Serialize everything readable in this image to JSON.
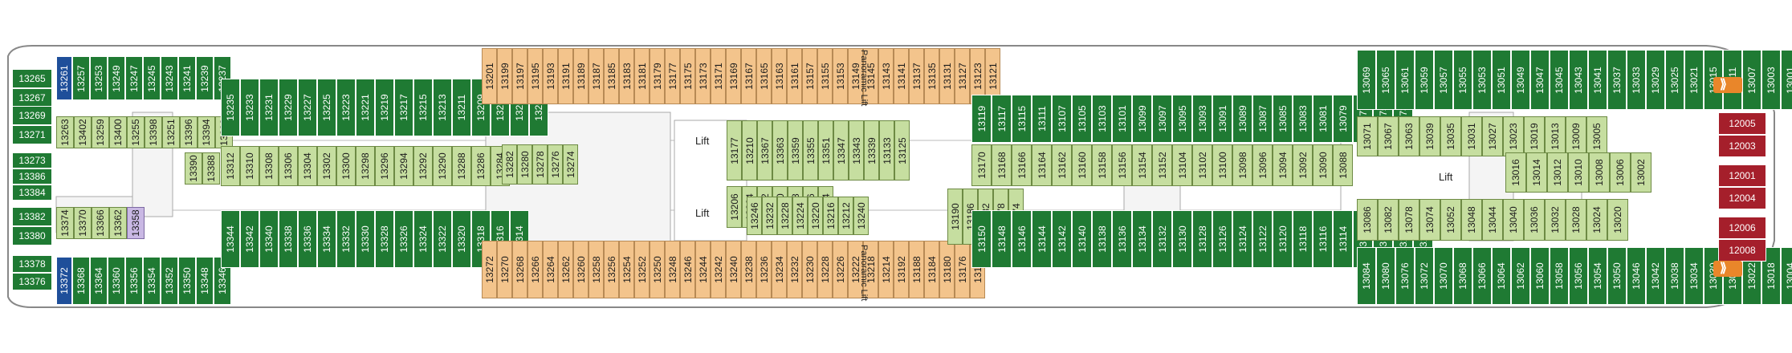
{
  "labels": {
    "lift": "Lift",
    "panoramic_lift": "Panoramic Lift"
  },
  "colors": {
    "balcony": "#1f7a33",
    "interior": "#c6dea0",
    "oceanview": "#f3c48c",
    "suite": "#1f4f9a",
    "yacht_club": "#a51f2b",
    "accessible": "#c9b8e4"
  },
  "cabins": [
    {
      "n": "13265"
    },
    {
      "n": "13267"
    },
    {
      "n": "13269"
    },
    {
      "n": "13271"
    },
    {
      "n": "13273"
    },
    {
      "n": "13386"
    },
    {
      "n": "13384"
    },
    {
      "n": "13382"
    },
    {
      "n": "13380"
    },
    {
      "n": "13378"
    },
    {
      "n": "13376"
    },
    {
      "n": "13261"
    },
    {
      "n": "13257"
    },
    {
      "n": "13253"
    },
    {
      "n": "13249"
    },
    {
      "n": "13247"
    },
    {
      "n": "13245"
    },
    {
      "n": "13243"
    },
    {
      "n": "13241"
    },
    {
      "n": "13239"
    },
    {
      "n": "13237"
    },
    {
      "n": "13263"
    },
    {
      "n": "13402"
    },
    {
      "n": "13259"
    },
    {
      "n": "13400"
    },
    {
      "n": "13255"
    },
    {
      "n": "13398"
    },
    {
      "n": "13251"
    },
    {
      "n": "13396"
    },
    {
      "n": "13394"
    },
    {
      "n": "13392"
    },
    {
      "n": "13390"
    },
    {
      "n": "13388"
    },
    {
      "n": "13374"
    },
    {
      "n": "13370"
    },
    {
      "n": "13366"
    },
    {
      "n": "13362"
    },
    {
      "n": "13358"
    },
    {
      "n": "13372"
    },
    {
      "n": "13368"
    },
    {
      "n": "13364"
    },
    {
      "n": "13360"
    },
    {
      "n": "13356"
    },
    {
      "n": "13354"
    },
    {
      "n": "13352"
    },
    {
      "n": "13350"
    },
    {
      "n": "13348"
    },
    {
      "n": "13346"
    },
    {
      "n": "13235"
    },
    {
      "n": "13233"
    },
    {
      "n": "13231"
    },
    {
      "n": "13229"
    },
    {
      "n": "13227"
    },
    {
      "n": "13225"
    },
    {
      "n": "13223"
    },
    {
      "n": "13221"
    },
    {
      "n": "13219"
    },
    {
      "n": "13217"
    },
    {
      "n": "13215"
    },
    {
      "n": "13213"
    },
    {
      "n": "13211"
    },
    {
      "n": "13209"
    },
    {
      "n": "13207"
    },
    {
      "n": "13205"
    },
    {
      "n": "13203"
    },
    {
      "n": "13312"
    },
    {
      "n": "13310"
    },
    {
      "n": "13308"
    },
    {
      "n": "13306"
    },
    {
      "n": "13304"
    },
    {
      "n": "13302"
    },
    {
      "n": "13300"
    },
    {
      "n": "13298"
    },
    {
      "n": "13296"
    },
    {
      "n": "13294"
    },
    {
      "n": "13292"
    },
    {
      "n": "13290"
    },
    {
      "n": "13288"
    },
    {
      "n": "13286"
    },
    {
      "n": "13284"
    },
    {
      "n": "13344"
    },
    {
      "n": "13342"
    },
    {
      "n": "13340"
    },
    {
      "n": "13338"
    },
    {
      "n": "13336"
    },
    {
      "n": "13334"
    },
    {
      "n": "13332"
    },
    {
      "n": "13330"
    },
    {
      "n": "13328"
    },
    {
      "n": "13326"
    },
    {
      "n": "13324"
    },
    {
      "n": "13322"
    },
    {
      "n": "13320"
    },
    {
      "n": "13318"
    },
    {
      "n": "13316"
    },
    {
      "n": "13314"
    },
    {
      "n": "13201"
    },
    {
      "n": "13199"
    },
    {
      "n": "13197"
    },
    {
      "n": "13195"
    },
    {
      "n": "13193"
    },
    {
      "n": "13191"
    },
    {
      "n": "13189"
    },
    {
      "n": "13187"
    },
    {
      "n": "13185"
    },
    {
      "n": "13183"
    },
    {
      "n": "13181"
    },
    {
      "n": "13179"
    },
    {
      "n": "13177"
    },
    {
      "n": "13175"
    },
    {
      "n": "13173"
    },
    {
      "n": "13171"
    },
    {
      "n": "13169"
    },
    {
      "n": "13167"
    },
    {
      "n": "13165"
    },
    {
      "n": "13163"
    },
    {
      "n": "13161"
    },
    {
      "n": "13157"
    },
    {
      "n": "13155"
    },
    {
      "n": "13153"
    },
    {
      "n": "13149"
    },
    {
      "n": "13145"
    },
    {
      "n": "13143"
    },
    {
      "n": "13141"
    },
    {
      "n": "13137"
    },
    {
      "n": "13135"
    },
    {
      "n": "13131"
    },
    {
      "n": "13127"
    },
    {
      "n": "13123"
    },
    {
      "n": "13121"
    },
    {
      "n": "13282"
    },
    {
      "n": "13280"
    },
    {
      "n": "13278"
    },
    {
      "n": "13276"
    },
    {
      "n": "13274"
    },
    {
      "n": "13177"
    },
    {
      "n": "13210"
    },
    {
      "n": "13367"
    },
    {
      "n": "13363"
    },
    {
      "n": "13359"
    },
    {
      "n": "13355"
    },
    {
      "n": "13351"
    },
    {
      "n": "13347"
    },
    {
      "n": "13343"
    },
    {
      "n": "13339"
    },
    {
      "n": "13133"
    },
    {
      "n": "13125"
    },
    {
      "n": "13206"
    },
    {
      "n": "13204"
    },
    {
      "n": "13202"
    },
    {
      "n": "13200"
    },
    {
      "n": "13198"
    },
    {
      "n": "13196"
    },
    {
      "n": "13194"
    },
    {
      "n": "13246"
    },
    {
      "n": "13232"
    },
    {
      "n": "13228"
    },
    {
      "n": "13224"
    },
    {
      "n": "13220"
    },
    {
      "n": "13216"
    },
    {
      "n": "13212"
    },
    {
      "n": "13240"
    },
    {
      "n": "13272"
    },
    {
      "n": "13270"
    },
    {
      "n": "13268"
    },
    {
      "n": "13266"
    },
    {
      "n": "13264"
    },
    {
      "n": "13262"
    },
    {
      "n": "13260"
    },
    {
      "n": "13258"
    },
    {
      "n": "13256"
    },
    {
      "n": "13254"
    },
    {
      "n": "13252"
    },
    {
      "n": "13250"
    },
    {
      "n": "13248"
    },
    {
      "n": "13246"
    },
    {
      "n": "13244"
    },
    {
      "n": "13242"
    },
    {
      "n": "13240"
    },
    {
      "n": "13238"
    },
    {
      "n": "13236"
    },
    {
      "n": "13234"
    },
    {
      "n": "13232"
    },
    {
      "n": "13230"
    },
    {
      "n": "13228"
    },
    {
      "n": "13226"
    },
    {
      "n": "13222"
    },
    {
      "n": "13218"
    },
    {
      "n": "13214"
    },
    {
      "n": "13192"
    },
    {
      "n": "13188"
    },
    {
      "n": "13184"
    },
    {
      "n": "13180"
    },
    {
      "n": "13176"
    },
    {
      "n": "13172"
    },
    {
      "n": "13190"
    },
    {
      "n": "13186"
    },
    {
      "n": "13182"
    },
    {
      "n": "13178"
    },
    {
      "n": "13174"
    },
    {
      "n": "13119"
    },
    {
      "n": "13117"
    },
    {
      "n": "13115"
    },
    {
      "n": "13111"
    },
    {
      "n": "13107"
    },
    {
      "n": "13105"
    },
    {
      "n": "13103"
    },
    {
      "n": "13101"
    },
    {
      "n": "13099"
    },
    {
      "n": "13097"
    },
    {
      "n": "13095"
    },
    {
      "n": "13093"
    },
    {
      "n": "13091"
    },
    {
      "n": "13089"
    },
    {
      "n": "13087"
    },
    {
      "n": "13085"
    },
    {
      "n": "13083"
    },
    {
      "n": "13081"
    },
    {
      "n": "13079"
    },
    {
      "n": "13077"
    },
    {
      "n": "13075"
    },
    {
      "n": "13073"
    },
    {
      "n": "13170"
    },
    {
      "n": "13168"
    },
    {
      "n": "13166"
    },
    {
      "n": "13164"
    },
    {
      "n": "13162"
    },
    {
      "n": "13160"
    },
    {
      "n": "13158"
    },
    {
      "n": "13156"
    },
    {
      "n": "13154"
    },
    {
      "n": "13152"
    },
    {
      "n": "13104"
    },
    {
      "n": "13102"
    },
    {
      "n": "13100"
    },
    {
      "n": "13098"
    },
    {
      "n": "13096"
    },
    {
      "n": "13094"
    },
    {
      "n": "13092"
    },
    {
      "n": "13090"
    },
    {
      "n": "13088"
    },
    {
      "n": "13150"
    },
    {
      "n": "13148"
    },
    {
      "n": "13146"
    },
    {
      "n": "13144"
    },
    {
      "n": "13142"
    },
    {
      "n": "13140"
    },
    {
      "n": "13138"
    },
    {
      "n": "13136"
    },
    {
      "n": "13134"
    },
    {
      "n": "13132"
    },
    {
      "n": "13130"
    },
    {
      "n": "13128"
    },
    {
      "n": "13126"
    },
    {
      "n": "13124"
    },
    {
      "n": "13122"
    },
    {
      "n": "13120"
    },
    {
      "n": "13118"
    },
    {
      "n": "13116"
    },
    {
      "n": "13114"
    },
    {
      "n": "13112"
    },
    {
      "n": "13110"
    },
    {
      "n": "13108"
    },
    {
      "n": "13106"
    },
    {
      "n": "13069"
    },
    {
      "n": "13065"
    },
    {
      "n": "13061"
    },
    {
      "n": "13059"
    },
    {
      "n": "13057"
    },
    {
      "n": "13055"
    },
    {
      "n": "13053"
    },
    {
      "n": "13051"
    },
    {
      "n": "13049"
    },
    {
      "n": "13047"
    },
    {
      "n": "13045"
    },
    {
      "n": "13043"
    },
    {
      "n": "13041"
    },
    {
      "n": "13037"
    },
    {
      "n": "13033"
    },
    {
      "n": "13029"
    },
    {
      "n": "13025"
    },
    {
      "n": "13021"
    },
    {
      "n": "13015"
    },
    {
      "n": "13011"
    },
    {
      "n": "13007"
    },
    {
      "n": "13003"
    },
    {
      "n": "13001"
    },
    {
      "n": "13071"
    },
    {
      "n": "13067"
    },
    {
      "n": "13063"
    },
    {
      "n": "13039"
    },
    {
      "n": "13035"
    },
    {
      "n": "13031"
    },
    {
      "n": "13027"
    },
    {
      "n": "13023"
    },
    {
      "n": "13019"
    },
    {
      "n": "13013"
    },
    {
      "n": "13009"
    },
    {
      "n": "13005"
    },
    {
      "n": "13016"
    },
    {
      "n": "13014"
    },
    {
      "n": "13012"
    },
    {
      "n": "13010"
    },
    {
      "n": "13008"
    },
    {
      "n": "13006"
    },
    {
      "n": "13002"
    },
    {
      "n": "13086"
    },
    {
      "n": "13082"
    },
    {
      "n": "13078"
    },
    {
      "n": "13074"
    },
    {
      "n": "13052"
    },
    {
      "n": "13048"
    },
    {
      "n": "13044"
    },
    {
      "n": "13040"
    },
    {
      "n": "13036"
    },
    {
      "n": "13032"
    },
    {
      "n": "13028"
    },
    {
      "n": "13024"
    },
    {
      "n": "13020"
    },
    {
      "n": "13084"
    },
    {
      "n": "13080"
    },
    {
      "n": "13076"
    },
    {
      "n": "13072"
    },
    {
      "n": "13070"
    },
    {
      "n": "13068"
    },
    {
      "n": "13066"
    },
    {
      "n": "13064"
    },
    {
      "n": "13062"
    },
    {
      "n": "13060"
    },
    {
      "n": "13058"
    },
    {
      "n": "13056"
    },
    {
      "n": "13054"
    },
    {
      "n": "13050"
    },
    {
      "n": "13046"
    },
    {
      "n": "13042"
    },
    {
      "n": "13038"
    },
    {
      "n": "13034"
    },
    {
      "n": "13030"
    },
    {
      "n": "13026"
    },
    {
      "n": "13022"
    },
    {
      "n": "13018"
    },
    {
      "n": "13004"
    },
    {
      "n": "12005"
    },
    {
      "n": "12003"
    },
    {
      "n": "12001"
    },
    {
      "n": "12004"
    },
    {
      "n": "12006"
    },
    {
      "n": "12008"
    }
  ]
}
